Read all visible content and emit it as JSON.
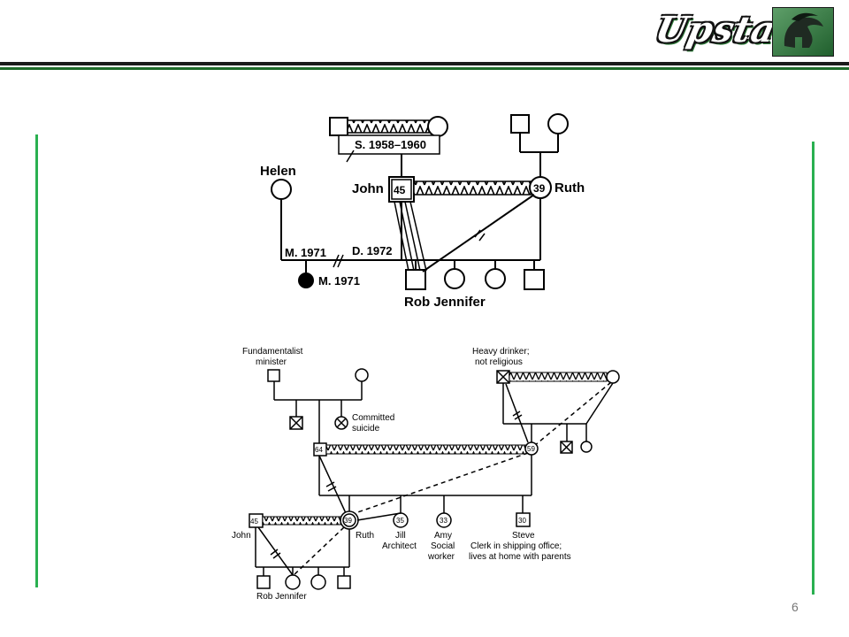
{
  "header": {
    "logo_text": "Upstate",
    "colors": {
      "black": "#1a1a1a",
      "green": "#1e6b2a",
      "accent": "#2ab050"
    }
  },
  "icons": {
    "logo": "spartan-helmet-icon"
  },
  "diagram1": {
    "sep": "S. 1958–1960",
    "helen": "Helen",
    "john": "John",
    "john_age": "45",
    "ruth": "Ruth",
    "ruth_age": "39",
    "m1971": "M. 1971",
    "d1972": "D. 1972",
    "m1971_child": "M. 1971",
    "children": "Rob Jennifer"
  },
  "diagram2": {
    "minister": [
      "Fundamentalist",
      "minister"
    ],
    "drinker": [
      "Heavy drinker;",
      "not religious"
    ],
    "suicide": [
      "Committed",
      "suicide"
    ],
    "gf_age": "64",
    "gm_age": "59",
    "john": "John",
    "john_age": "45",
    "ruth": "Ruth",
    "ruth_age": "39",
    "jill_age": "35",
    "jill": [
      "Jill",
      "Architect"
    ],
    "amy_age": "33",
    "amy": [
      "Amy",
      "Social",
      "worker"
    ],
    "steve_age": "30",
    "steve": [
      "Steve",
      "Clerk in shipping office;",
      "lives at home with parents"
    ],
    "children": "Rob Jennifer"
  },
  "footer": {
    "page_number": "6"
  }
}
